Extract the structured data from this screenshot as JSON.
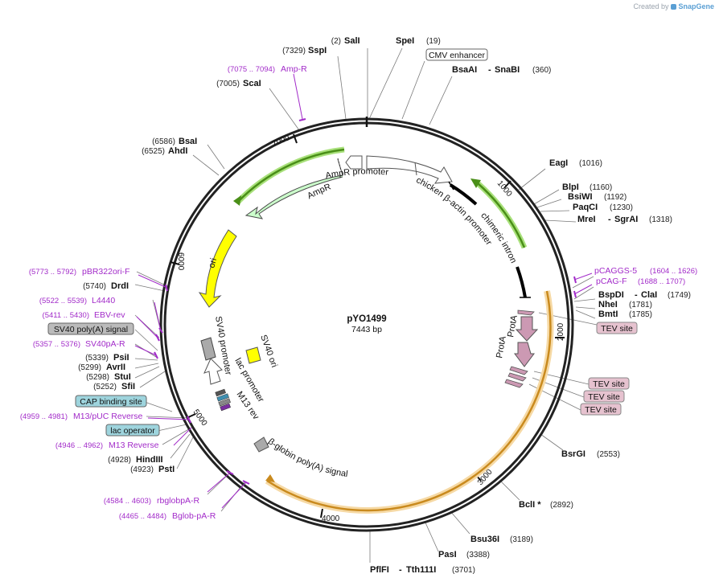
{
  "credit": {
    "prefix": "Created by",
    "brand": "SnapGene"
  },
  "plasmid": {
    "name": "pYO1499",
    "length": "7443 bp"
  },
  "ticks": [
    "1000",
    "2000",
    "3000",
    "4000",
    "5000",
    "6000",
    "7000"
  ],
  "enzymes": {
    "sali": {
      "name": "SalI",
      "pos": "(2)"
    },
    "spei": {
      "name": "SpeI",
      "pos": "(19)"
    },
    "sspi": {
      "name": "SspI",
      "pos": "(7329)"
    },
    "scai": {
      "name": "ScaI",
      "pos": "(7005)"
    },
    "bsaai": {
      "name": "BsaAI",
      "sep": "-",
      "name2": "SnaBI",
      "pos": "(360)"
    },
    "bsai": {
      "name": "BsaI",
      "pos": "(6586)"
    },
    "ahdi": {
      "name": "AhdI",
      "pos": "(6525)"
    },
    "eagi": {
      "name": "EagI",
      "pos": "(1016)"
    },
    "blpi": {
      "name": "BlpI",
      "pos": "(1160)"
    },
    "bsiwi": {
      "name": "BsiWI",
      "pos": "(1192)"
    },
    "paqci": {
      "name": "PaqCI",
      "pos": "(1230)"
    },
    "srgai": {
      "name": "MreI",
      "sep": "-",
      "name2": "SgrAI",
      "pos": "(1318)"
    },
    "bspdi": {
      "name": "BspDI",
      "sep": "-",
      "name2": "ClaI",
      "pos": "(1749)"
    },
    "nhei": {
      "name": "NheI",
      "pos": "(1781)"
    },
    "bmti": {
      "name": "BmtI",
      "pos": "(1785)"
    },
    "drdi": {
      "name": "DrdI",
      "pos": "(5740)"
    },
    "psii": {
      "name": "PsiI",
      "pos": "(5339)"
    },
    "avrii": {
      "name": "AvrII",
      "pos": "(5299)"
    },
    "stui": {
      "name": "StuI",
      "pos": "(5298)"
    },
    "sfii": {
      "name": "SfiI",
      "pos": "(5252)"
    },
    "hindiii": {
      "name": "HindIII",
      "pos": "(4928)"
    },
    "psti": {
      "name": "PstI",
      "pos": "(4923)"
    },
    "bsrgi": {
      "name": "BsrGI",
      "pos": "(2553)"
    },
    "bcli": {
      "name": "BclI *",
      "pos": "(2892)"
    },
    "bsu36i": {
      "name": "Bsu36I",
      "pos": "(3189)"
    },
    "pasi": {
      "name": "PasI",
      "pos": "(3388)"
    },
    "pflfi": {
      "name": "PflFI",
      "sep": "-",
      "name2": "Tth111I",
      "pos": "(3701)"
    }
  },
  "primers": {
    "ampr": {
      "range": "(7075 .. 7094)",
      "name": "Amp-R"
    },
    "pbr322": {
      "range": "(5773 .. 5792)",
      "name": "pBR322ori-F"
    },
    "l4440": {
      "range": "(5522 .. 5539)",
      "name": "L4440"
    },
    "ebvrev": {
      "range": "(5411 .. 5430)",
      "name": "EBV-rev"
    },
    "sv40pa": {
      "range": "(5357 .. 5376)",
      "name": "SV40pA-R"
    },
    "m13puc": {
      "range": "(4959 .. 4981)",
      "name": "M13/pUC Reverse"
    },
    "m13rev": {
      "range": "(4946 .. 4962)",
      "name": "M13 Reverse"
    },
    "rbglob": {
      "range": "(4584 .. 4603)",
      "name": "rbglobpA-R"
    },
    "bglob": {
      "range": "(4465 .. 4484)",
      "name": "Bglob-pA-R"
    },
    "pcaggs": {
      "name": "pCAGGS-5",
      "range": "(1604 .. 1626)"
    },
    "pcagf": {
      "name": "pCAG-F",
      "range": "(1688 .. 1707)"
    }
  },
  "boxes": {
    "cmv": "CMV enhancer",
    "sv40polya": "SV40 poly(A) signal",
    "cap": "CAP binding site",
    "lacop": "lac operator",
    "tev1": "TEV site",
    "tev2": "TEV site",
    "tev3": "TEV site",
    "tev4": "TEV site"
  },
  "features": {
    "ampr": "AmpR",
    "ampr_promoter": "AmpR promoter",
    "chicken": "chicken β-actin promoter",
    "chimeric": "chimeric intron",
    "ori": "ori",
    "sv40_promoter": "SV40 promoter",
    "sv40_ori": "SV40 ori",
    "lac_promoter": "lac promoter",
    "m13_rev": "M13 rev",
    "protA1": "ProtA",
    "protA2": "ProtA",
    "bglobin": "β-globin poly(A) signal"
  },
  "colors": {
    "backbone": "#222222",
    "primer": "#a22bc9",
    "ampr_fill": "#ccffcc",
    "ori_fill": "#ffff00",
    "prota_fill": "#cc99b3",
    "tev_fill": "#e6c2cf",
    "cap_fill": "#9ed4dd",
    "sv40pa_fill": "#bbbbbb",
    "green_arc": "#5ab01b",
    "orange_arc": "#f2c379"
  }
}
